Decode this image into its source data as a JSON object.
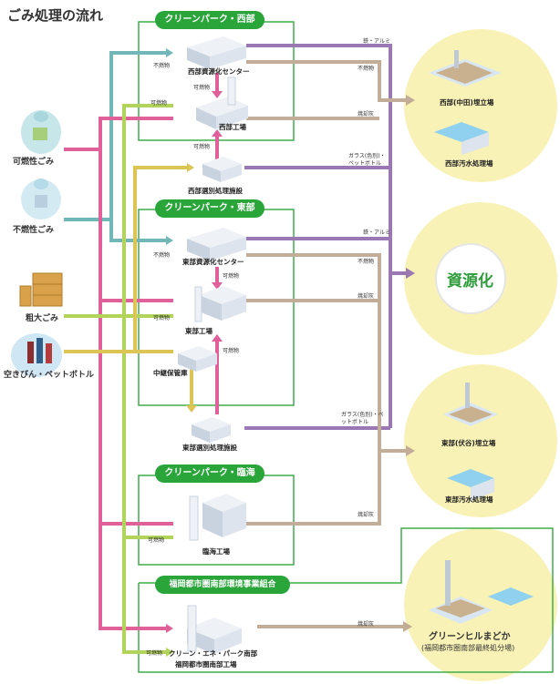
{
  "title": "ごみ処理の流れ",
  "sources": {
    "burnable": "可燃性ごみ",
    "nonburnable": "不燃性ごみ",
    "oversized": "粗大ごみ",
    "bottles": "空きびん・ペットボトル"
  },
  "west": {
    "header": "クリーンパーク・西部",
    "resource_center": "西部資源化センター",
    "plant": "西部工場",
    "sorting": "西部選別処理施設"
  },
  "east": {
    "header": "クリーンパーク・東部",
    "resource_center": "東部資源化センター",
    "plant": "東部工場",
    "storage": "中継保管庫",
    "sorting": "東部選別処理施設"
  },
  "rinkai": {
    "header": "クリーンパーク・臨海",
    "plant": "臨海工場"
  },
  "union": {
    "header": "福岡都市圏南部環境事業組合",
    "plant_line1": "クリーン・エネ・パーク南部",
    "plant_line2": "福岡都市圏南部工場"
  },
  "flow_labels": {
    "burnable": "可燃物",
    "nonburnable": "不燃物",
    "iron_aluminum": "鉄・アルミ",
    "incinerated_ash": "焼却灰",
    "glass_pet": "ガラス(色別)・ペットボトル"
  },
  "outputs": {
    "west_landfill": "西部(中田)埋立場",
    "west_water": "西部汚水処理場",
    "resource": "資源化",
    "east_landfill": "東部(伏谷)埋立場",
    "east_water": "東部汚水処理場",
    "greenhill": "グリーンヒルまどか",
    "greenhill_sub": "(福岡都市圏南部最終処分場)"
  },
  "colors": {
    "burnable": "#e0609a",
    "nonburnable": "#72b7b8",
    "oversized": "#b2d45a",
    "bottles": "#dcc455",
    "iron": "#9a78b4",
    "ash": "#c2ae98",
    "box": "#3fae4b",
    "circle": "#f8f2b6"
  }
}
